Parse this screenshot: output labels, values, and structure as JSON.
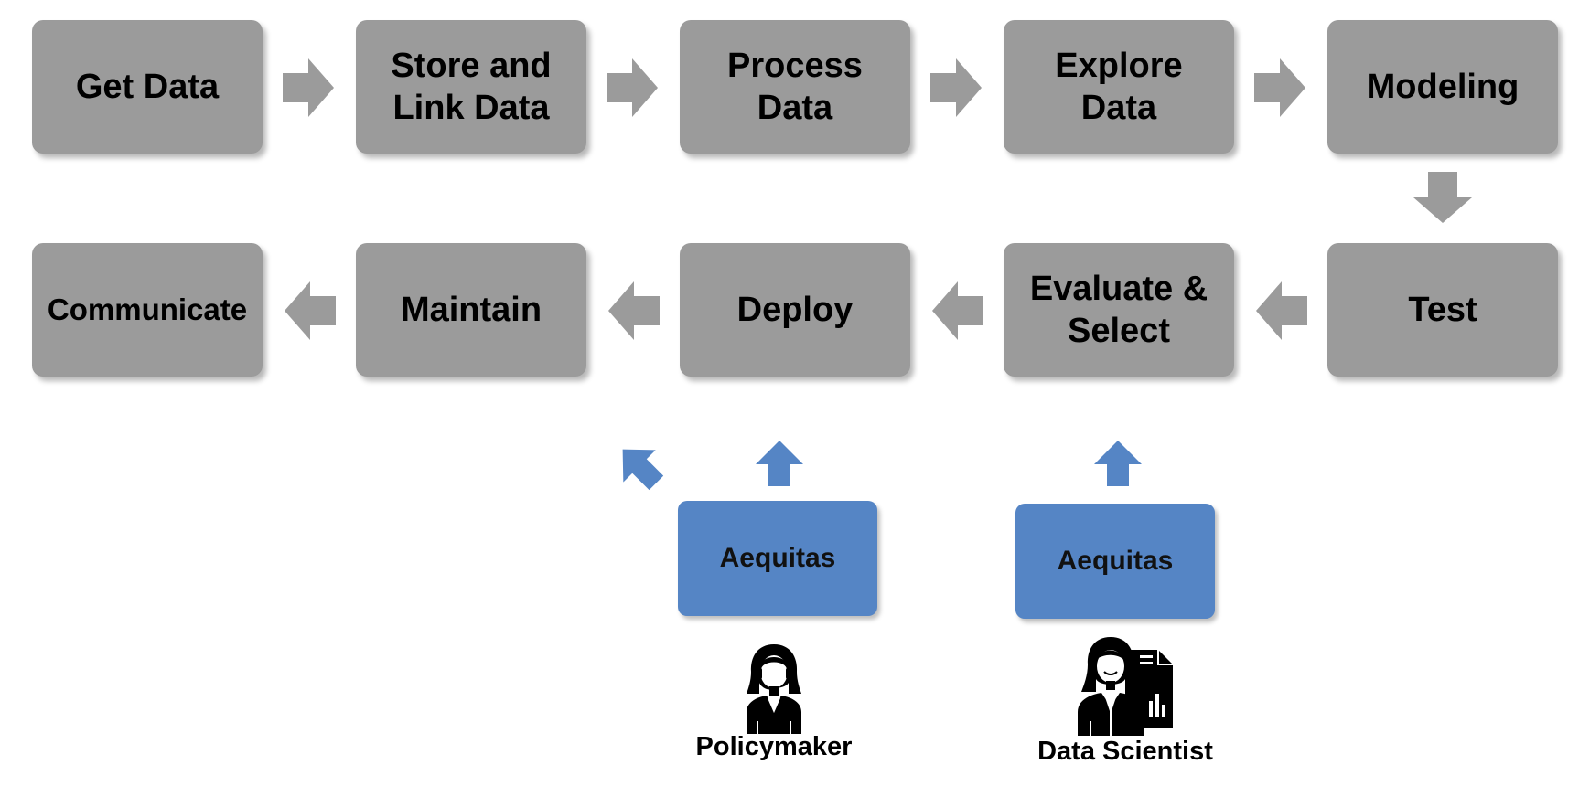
{
  "process": {
    "row1": [
      {
        "id": "get-data",
        "label": "Get Data"
      },
      {
        "id": "store-and-link-data",
        "label": "Store and Link Data",
        "lines": [
          "Store and",
          "Link Data"
        ]
      },
      {
        "id": "process-data",
        "label": "Process Data",
        "lines": [
          "Process",
          "Data"
        ]
      },
      {
        "id": "explore-data",
        "label": "Explore Data",
        "lines": [
          "Explore",
          "Data"
        ]
      },
      {
        "id": "modeling",
        "label": "Modeling"
      }
    ],
    "row2": [
      {
        "id": "communicate",
        "label": "Communicate"
      },
      {
        "id": "maintain",
        "label": "Maintain"
      },
      {
        "id": "deploy",
        "label": "Deploy"
      },
      {
        "id": "evaluate-and-select",
        "label": "Evaluate & Select",
        "lines": [
          "Evaluate &",
          "Select"
        ]
      },
      {
        "id": "test",
        "label": "Test"
      }
    ]
  },
  "tools": [
    {
      "label": "Aequitas",
      "user": "Policymaker"
    },
    {
      "label": "Aequitas",
      "user": "Data Scientist"
    }
  ],
  "colors": {
    "step_box": "#9b9b9b",
    "arrow_gray": "#9b9b9b",
    "tool_box": "#5585c5",
    "arrow_blue": "#5585c5"
  },
  "icons": {
    "arrow": "block-arrow-icon",
    "policymaker": "policymaker-person-icon",
    "data_scientist": "data-scientist-person-icon"
  }
}
